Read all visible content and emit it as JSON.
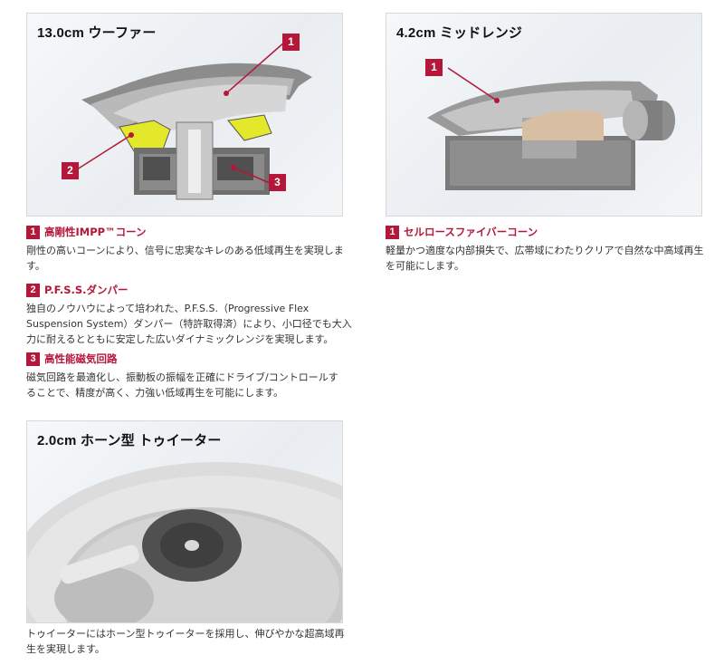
{
  "panels": {
    "woofer": {
      "title": "13.0cm ウーファー",
      "callouts": [
        "1",
        "2",
        "3"
      ]
    },
    "midrange": {
      "title": "4.2cm ミッドレンジ",
      "callouts": [
        "1"
      ]
    },
    "tweeter": {
      "title": "2.0cm ホーン型 トゥイーター"
    }
  },
  "woofer_features": [
    {
      "num": "1",
      "title": "高剛性IMPP™コーン",
      "desc": "剛性の高いコーンにより、信号に忠実なキレのある低域再生を実現しま\nす。"
    },
    {
      "num": "2",
      "title": "P.F.S.S.ダンパー",
      "desc": "独自のノウハウによって培われた、P.F.S.S.（Progressive Flex\nSuspension System）ダンパー（特許取得済）により、小口径でも大入\n力に耐えるとともに安定した広いダイナミックレンジを実現します。"
    },
    {
      "num": "3",
      "title": "高性能磁気回路",
      "desc": "磁気回路を最適化し、振動板の振幅を正確にドライブ/コントロールす\nることで、精度が高く、力強い低域再生を可能にします。"
    }
  ],
  "midrange_features": [
    {
      "num": "1",
      "title": "セルロースファイバーコーン",
      "desc": "軽量かつ適度な内部損失で、広帯域にわたりクリアで自然な中高域再生\nを可能にします。"
    }
  ],
  "tweeter_desc": "トゥイーターにはホーン型トゥイーターを採用し、伸びやかな超高域再\n生を実現します。",
  "colors": {
    "accent": "#b4173a",
    "highlight": "#e3e82a"
  }
}
